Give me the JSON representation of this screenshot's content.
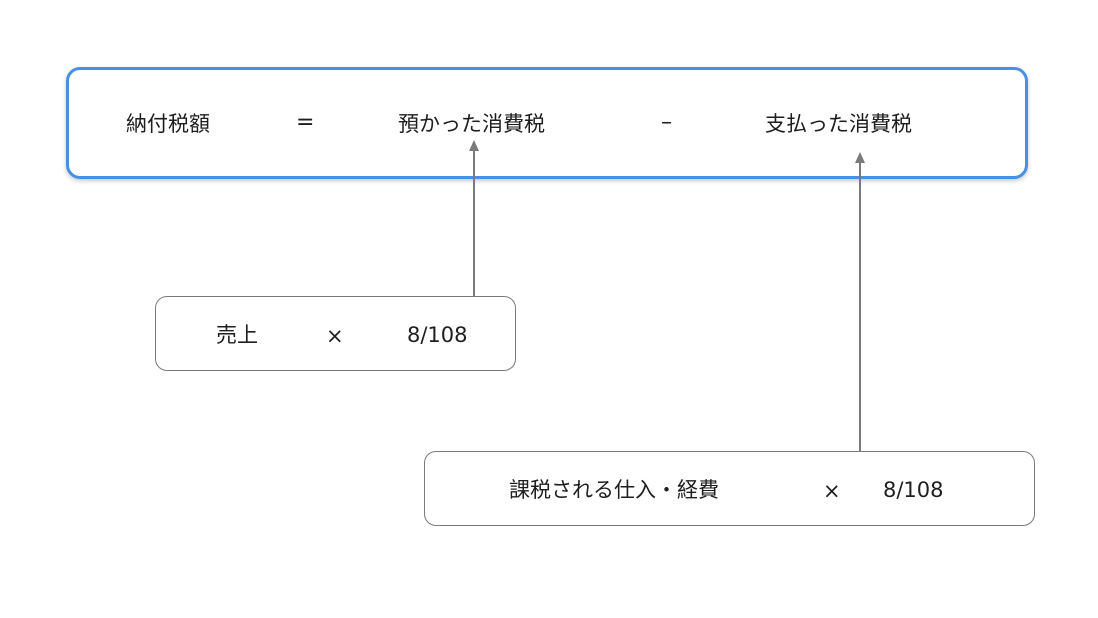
{
  "formula": {
    "lhs": "納付税額",
    "equals": "=",
    "term1": "預かった消費税",
    "minus": "–",
    "term2": "支払った消費税"
  },
  "sales_box": {
    "label": "売上",
    "times": "×",
    "rate": "8/108"
  },
  "purchase_box": {
    "label": "課税される仕入・経費",
    "times": "×",
    "rate": "8/108"
  },
  "colors": {
    "main_border": "#4a90e2",
    "sub_border": "#7a7a7a",
    "arrow": "#7a7a7a"
  }
}
